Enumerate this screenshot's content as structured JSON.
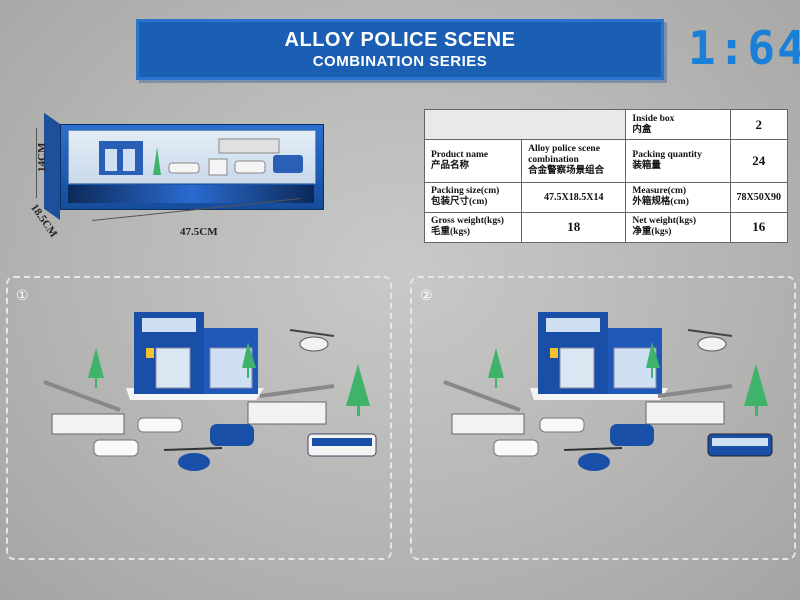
{
  "banner": {
    "title": "ALLOY POLICE SCENE",
    "subtitle": "COMBINATION SERIES",
    "bg_color": "#1a5fb4"
  },
  "scale_label": "1:64",
  "box_dimensions": {
    "height_label": "14CM",
    "depth_label": "18.5CM",
    "width_label": "47.5CM"
  },
  "spec_table": {
    "inside_box_label_en": "Inside box",
    "inside_box_label_cn": "内盒",
    "inside_box_value": "2",
    "product_name_label_en": "Product name",
    "product_name_label_cn": "产品名称",
    "product_name_value_en": "Alloy police scene combination",
    "product_name_value_cn": "合金警察场景组合",
    "packing_qty_label_en": "Packing quantity",
    "packing_qty_label_cn": "装箱量",
    "packing_qty_value": "24",
    "packing_size_label_en": "Packing size(cm)",
    "packing_size_label_cn": "包装尺寸(cm)",
    "packing_size_value": "47.5X18.5X14",
    "measure_label_en": "Measure(cm)",
    "measure_label_cn": "外箱规格(cm)",
    "measure_value": "78X50X90",
    "gross_weight_label_en": "Gross weight(kgs)",
    "gross_weight_label_cn": "毛重(kgs)",
    "gross_weight_value": "18",
    "net_weight_label_en": "Net weight(kgs)",
    "net_weight_label_cn": "净重(kgs)",
    "net_weight_value": "16"
  },
  "variants": [
    {
      "number": "①"
    },
    {
      "number": "②"
    }
  ],
  "colors": {
    "police_blue": "#1a4fa8",
    "tree_green": "#3fb36a",
    "scale_blue": "#1a7fd6"
  }
}
